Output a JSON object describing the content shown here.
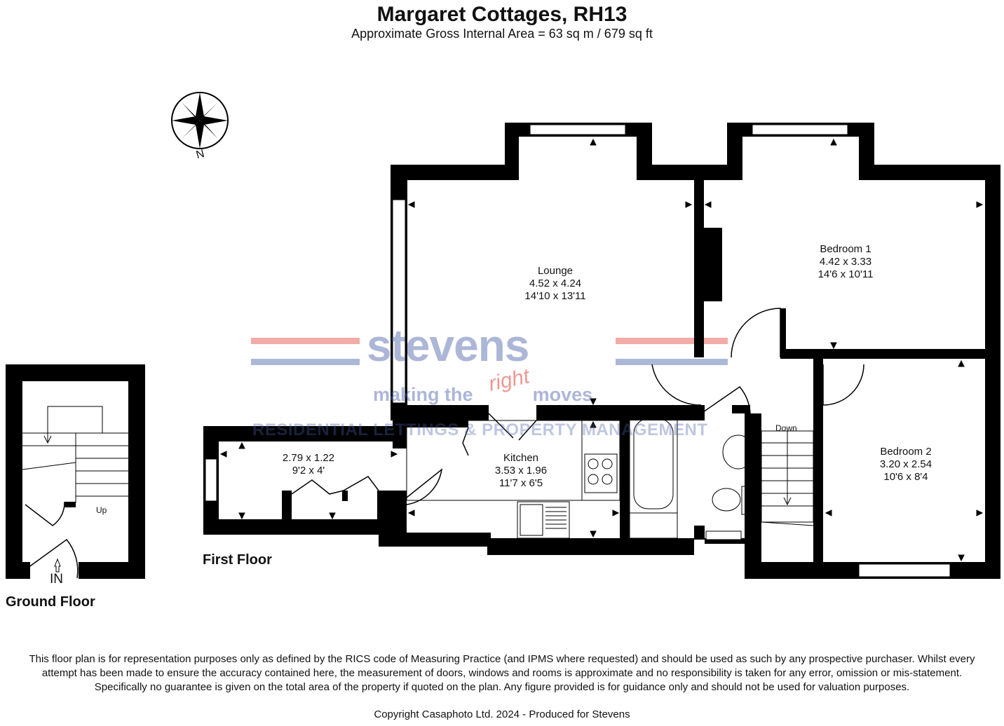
{
  "header": {
    "title": "Margaret Cottages, RH13",
    "subtitle": "Approximate Gross Internal Area = 63 sq m / 679 sq ft"
  },
  "compass": {
    "north_label": "N"
  },
  "rooms": {
    "lounge": {
      "name": "Lounge",
      "metric": "4.52 x 4.24",
      "imperial": "14'10 x 13'11"
    },
    "bedroom1": {
      "name": "Bedroom 1",
      "metric": "4.42 x 3.33",
      "imperial": "14'6 x 10'11"
    },
    "bedroom2": {
      "name": "Bedroom 2",
      "metric": "3.20 x 2.54",
      "imperial": "10'6 x 8'4"
    },
    "kitchen": {
      "name": "Kitchen",
      "metric": "3.53 x 1.96",
      "imperial": "11'7 x 6'5"
    },
    "store": {
      "metric": "2.79 x 1.22",
      "imperial": "9'2 x 4'"
    }
  },
  "stairs": {
    "down_label": "Down",
    "up_label": "Up",
    "entrance_label": "IN"
  },
  "floors": {
    "first": "First Floor",
    "ground": "Ground Floor"
  },
  "watermark": {
    "brand": "stevens",
    "tagline_a": "making the",
    "tagline_b": "right",
    "tagline_c": "moves",
    "sub": "RESIDENTIAL LETTINGS & PROPERTY MANAGEMENT"
  },
  "disclaimer": "This floor plan is for representation purposes only as defined by the RICS code of Measuring Practice (and IPMS where requested) and should be used as such by any prospective purchaser. Whilst every attempt has been made to ensure the accuracy contained here, the measurement of doors, windows and rooms is approximate and no responsibility is taken for any error, omission or mis-statement. Specifically no guarantee is given on the total area of the property if quoted on the plan. Any figure provided is for guidance only and should not be used for valuation purposes.",
  "copyright": "Copyright Casaphoto Ltd. 2024 - Produced for Stevens",
  "colors": {
    "wall": "#000000",
    "accent_red": "#e2453c",
    "accent_blue": "#4a5fa8"
  }
}
